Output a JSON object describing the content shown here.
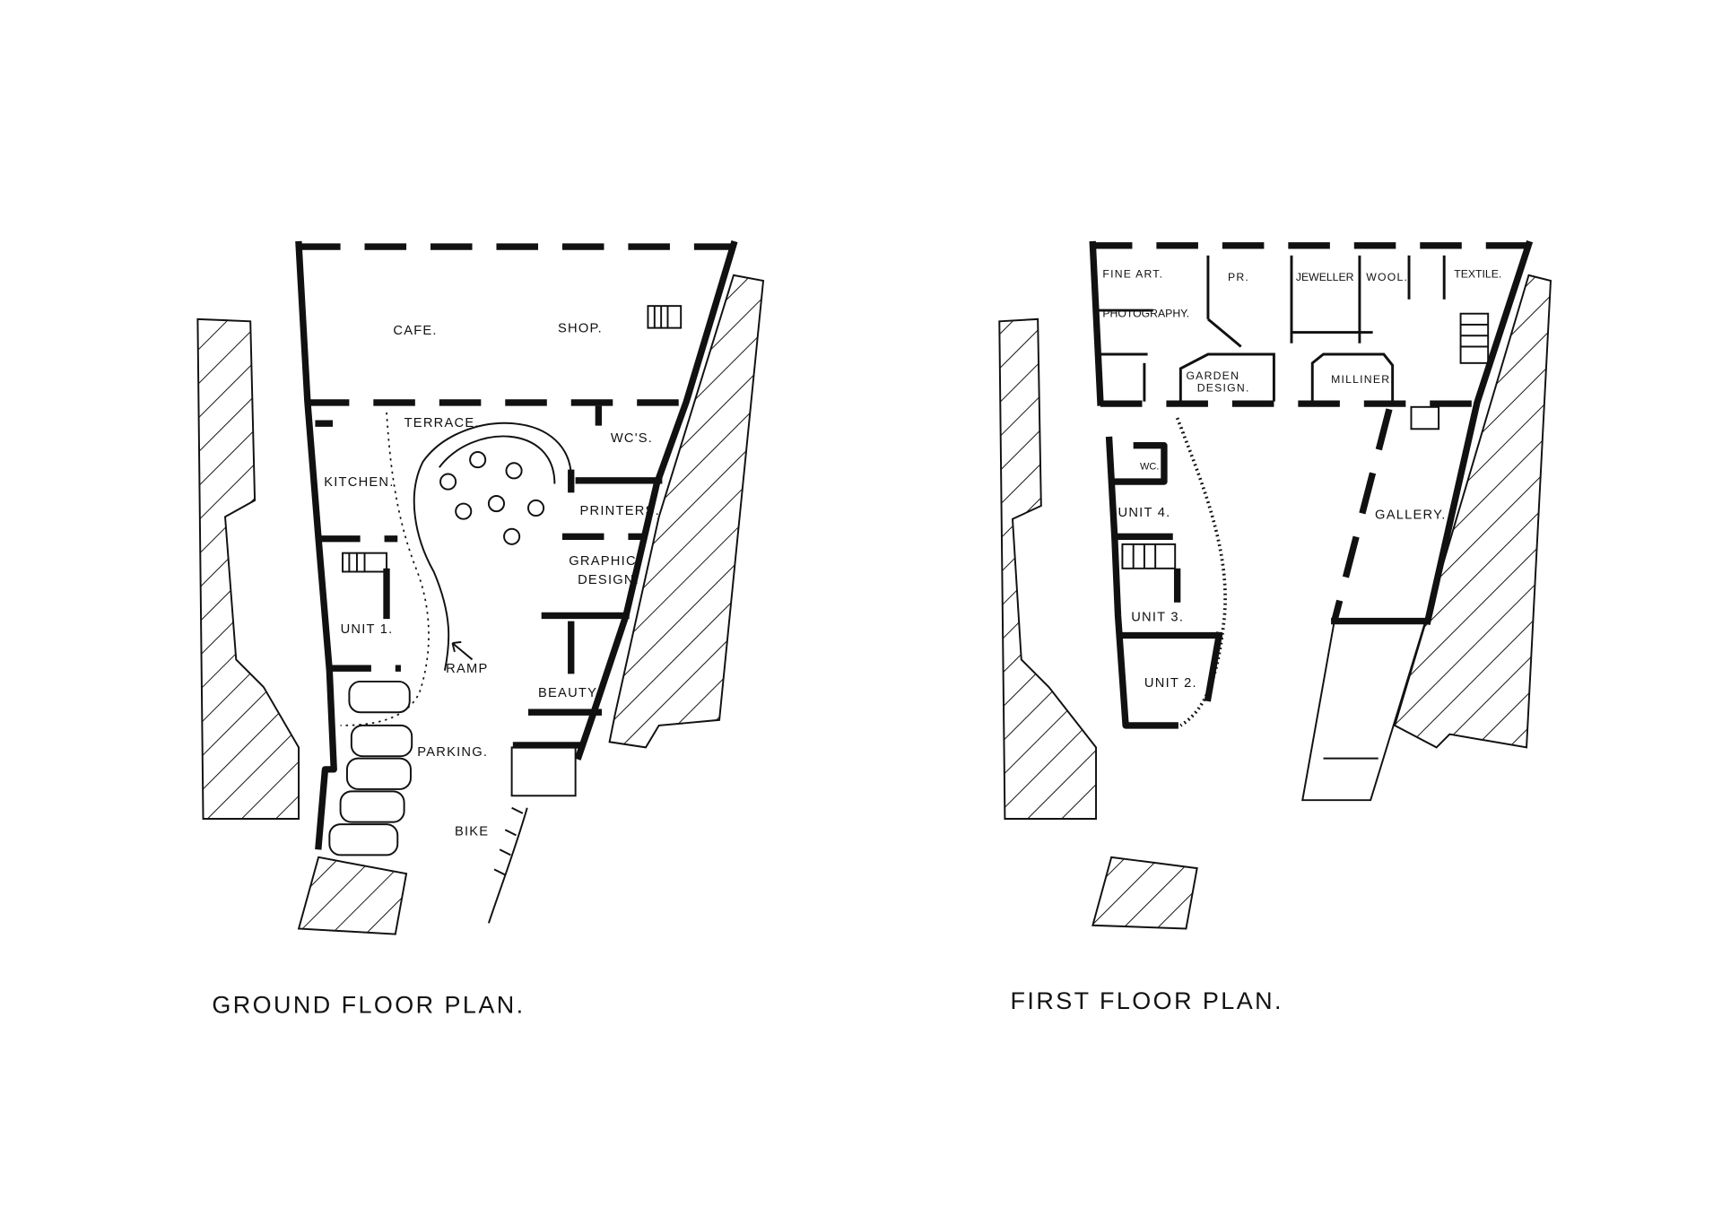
{
  "ground_floor": {
    "title": "GROUND FLOOR PLAN.",
    "labels": {
      "cafe": "CAFE.",
      "shop": "SHOP.",
      "terrace": "TERRACE.",
      "wcs": "WC'S.",
      "kitchen": "KITCHEN.",
      "printers": "PRINTERS.",
      "graphic": "GRAPHIC",
      "design": "DESIGN.",
      "unit1": "UNIT 1.",
      "ramp": "RAMP",
      "beauty": "BEAUTY.",
      "parking": "PARKING.",
      "bike": "BIKE"
    }
  },
  "first_floor": {
    "title": "FIRST FLOOR PLAN.",
    "labels": {
      "fine_art": "FINE ART.",
      "pr": "PR.",
      "jeweller": "JEWELLER",
      "wool": "WOOL.",
      "textile": "TEXTILE.",
      "photography": "PHOTOGRAPHY.",
      "garden": "GARDEN",
      "garden_design": "DESIGN.",
      "milliner": "MILLINER.",
      "wc": "WC.",
      "unit4": "UNIT 4.",
      "unit3": "UNIT 3.",
      "unit2": "UNIT 2.",
      "gallery": "GALLERY."
    }
  }
}
